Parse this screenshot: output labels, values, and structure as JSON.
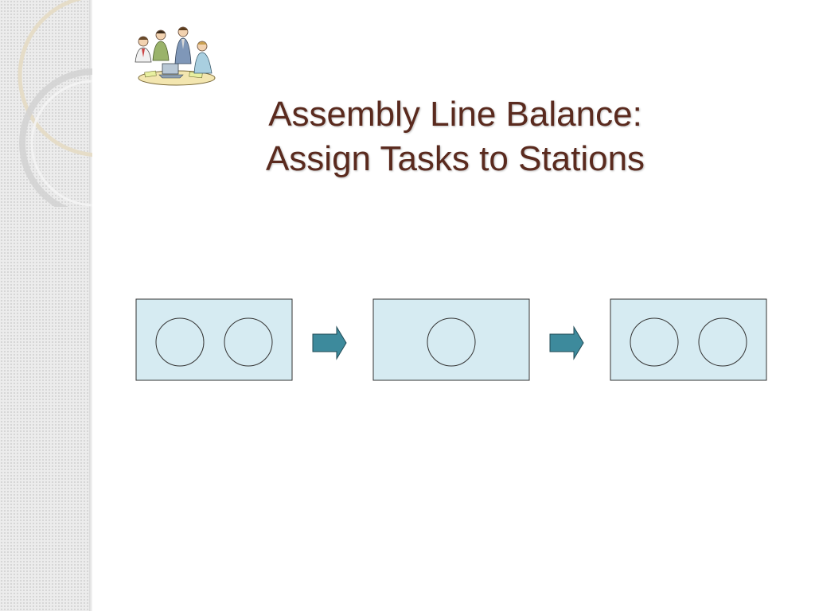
{
  "slide": {
    "title_line1": "Assembly Line Balance:",
    "title_line2": "Assign Tasks to Stations",
    "title_color": "#5a2a1e",
    "clipart_icon": "business-team-meeting-clipart"
  },
  "diagram": {
    "stations": [
      {
        "name": "station-1",
        "tasks": 2
      },
      {
        "name": "station-2",
        "tasks": 1
      },
      {
        "name": "station-3",
        "tasks": 2
      }
    ],
    "flow_arrows": 2,
    "station_fill": "#d6ebf2",
    "arrow_fill": "#3d8a9c"
  }
}
